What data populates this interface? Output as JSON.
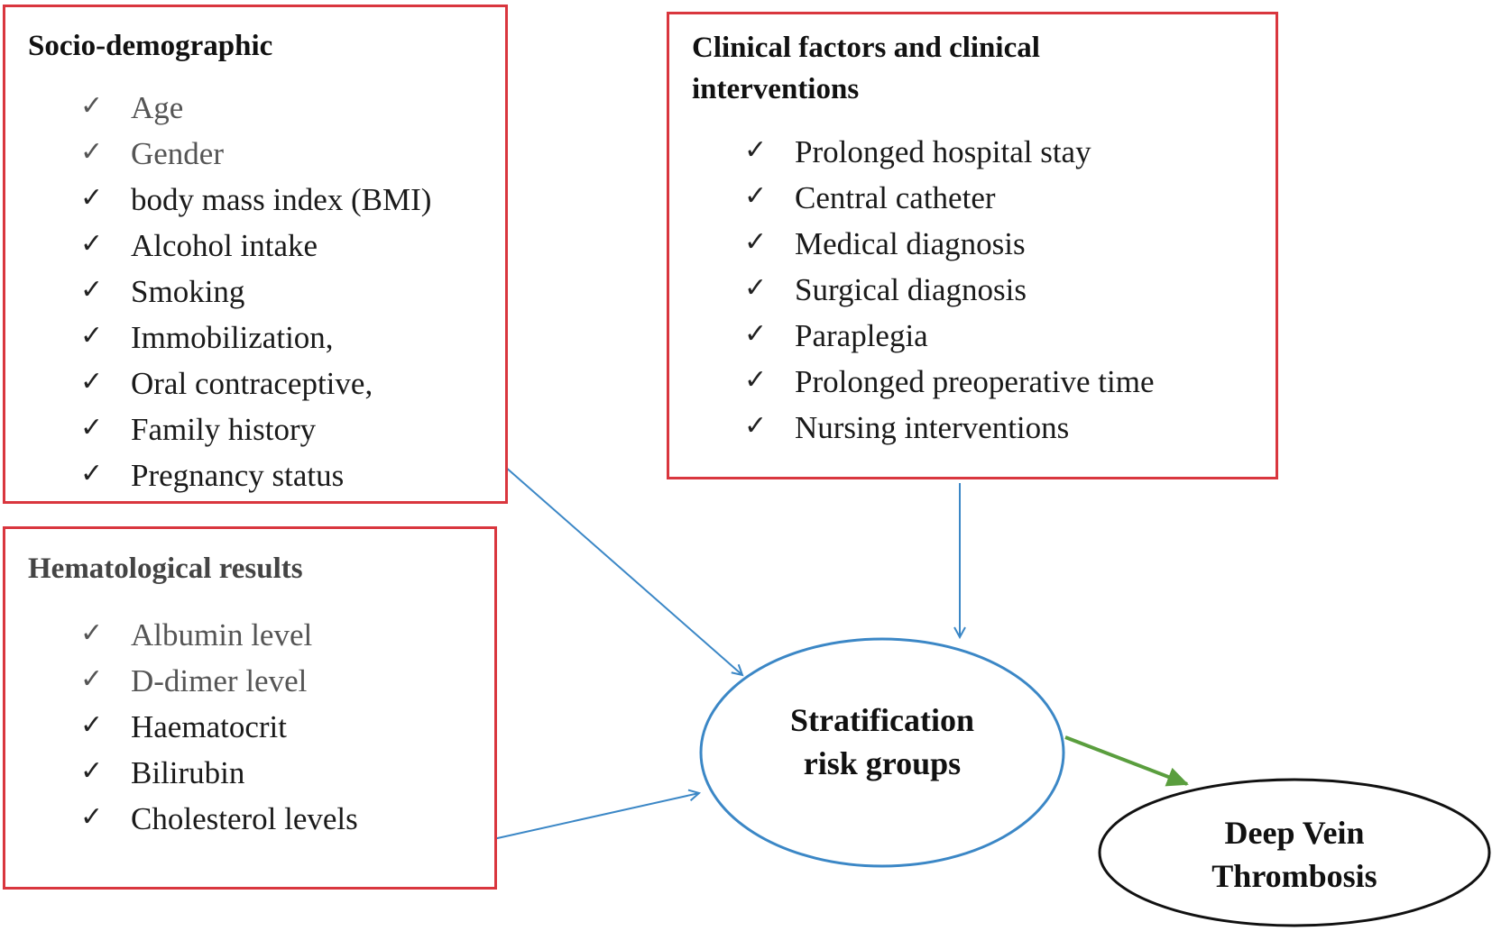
{
  "socio": {
    "title": "Socio-demographic",
    "items": [
      {
        "text": "Age",
        "muted": true
      },
      {
        "text": "Gender",
        "muted": true
      },
      {
        "text": "body mass index (BMI)",
        "muted": false
      },
      {
        "text": "Alcohol intake",
        "muted": false
      },
      {
        "text": "Smoking",
        "muted": false
      },
      {
        "text": "Immobilization,",
        "muted": false
      },
      {
        "text": "Oral contraceptive,",
        "muted": false
      },
      {
        "text": "Family history",
        "muted": false
      },
      {
        "text": "Pregnancy status",
        "muted": false
      }
    ]
  },
  "hematological": {
    "title": "Hematological results",
    "items": [
      {
        "text": "Albumin level",
        "muted": true
      },
      {
        "text": "D-dimer level",
        "muted": true
      },
      {
        "text": "Haematocrit",
        "muted": false
      },
      {
        "text": "Bilirubin",
        "muted": false
      },
      {
        "text": "Cholesterol levels",
        "muted": false
      }
    ]
  },
  "clinical": {
    "title_line1": "Clinical factors and clinical",
    "title_line2": "interventions",
    "items": [
      {
        "text": "Prolonged hospital stay",
        "muted": false
      },
      {
        "text": "Central catheter",
        "muted": false
      },
      {
        "text": "Medical diagnosis",
        "muted": false
      },
      {
        "text": "Surgical diagnosis",
        "muted": false
      },
      {
        "text": "Paraplegia",
        "muted": false
      },
      {
        "text": "Prolonged preoperative time",
        "muted": false
      },
      {
        "text": "Nursing interventions",
        "muted": false
      }
    ]
  },
  "stratification": {
    "line1": "Stratification",
    "line2": "risk groups"
  },
  "outcome": {
    "line1": "Deep Vein",
    "line2": "Thrombosis"
  },
  "check_glyph": "✓",
  "colors": {
    "box_border": "#d9363e",
    "input_arrow": "#3b87c6",
    "stratification_border": "#3b87c6",
    "output_arrow": "#5a9e3e",
    "outcome_border": "#111111"
  }
}
